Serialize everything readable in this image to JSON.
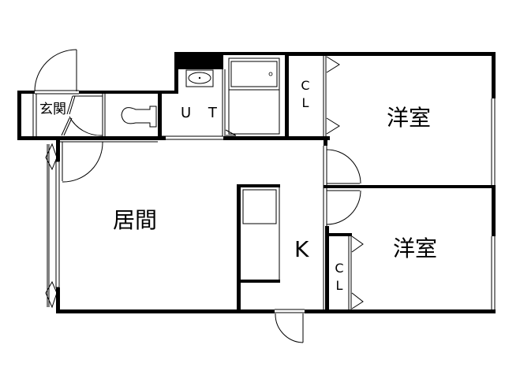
{
  "floor_plan": {
    "title": "",
    "colors": {
      "wall": "#000000",
      "background": "#ffffff"
    },
    "rooms": [
      {
        "id": "genkan",
        "label": "玄関",
        "meaning": "entrance"
      },
      {
        "id": "ut",
        "label": "U T",
        "meaning": "utility/toilet-wash"
      },
      {
        "id": "cl_top",
        "label_line1": "C",
        "label_line2": "L",
        "meaning": "closet"
      },
      {
        "id": "youshitsu_1",
        "label": "洋室",
        "meaning": "western-style room"
      },
      {
        "id": "kyoma",
        "label": "居間",
        "meaning": "living room"
      },
      {
        "id": "kitchen",
        "label": "K",
        "meaning": "kitchen"
      },
      {
        "id": "youshitsu_2",
        "label": "洋室",
        "meaning": "western-style room"
      },
      {
        "id": "cl_bottom",
        "label_line1": "C",
        "label_line2": "L",
        "meaning": "closet"
      }
    ],
    "fixtures": [
      "toilet",
      "wash-basin",
      "bathtub",
      "kitchen-counter",
      "sink"
    ]
  }
}
